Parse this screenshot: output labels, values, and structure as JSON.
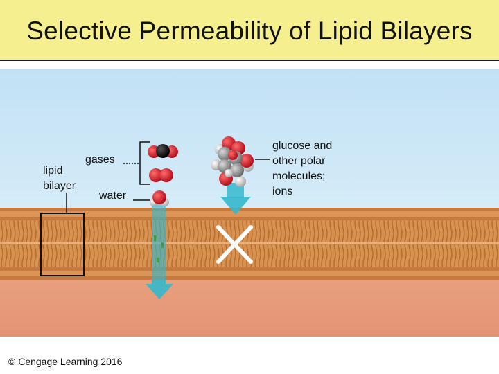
{
  "title": "Selective Permeability of Lipid Bilayers",
  "labels": {
    "gases": "gases",
    "lipid_bilayer_line1": "lipid",
    "lipid_bilayer_line2": "bilayer",
    "water": "water",
    "glucose_line1": "glucose and",
    "glucose_line2": "other polar",
    "glucose_line3": "molecules;",
    "glucose_line4": "ions"
  },
  "copyright": "© Cengage Learning 2016",
  "colors": {
    "title_background": "#f5ef8f",
    "water_region": "#c9e5f6",
    "membrane": "#d8924f",
    "lower_region": "#e69b7a",
    "oxygen_atom": "#d01f2a",
    "carbon_atom": "#1a1a1a",
    "hydrogen_atom": "#e6e6e6",
    "permeable_arrow": "#35b8cc",
    "blocked_cross": "#ffffff"
  },
  "molecules": {
    "gases": [
      "CO2",
      "O2"
    ],
    "water": "H2O",
    "polar": "glucose"
  },
  "outcomes": {
    "gases_and_water": "cross membrane",
    "glucose_and_ions": "blocked"
  }
}
